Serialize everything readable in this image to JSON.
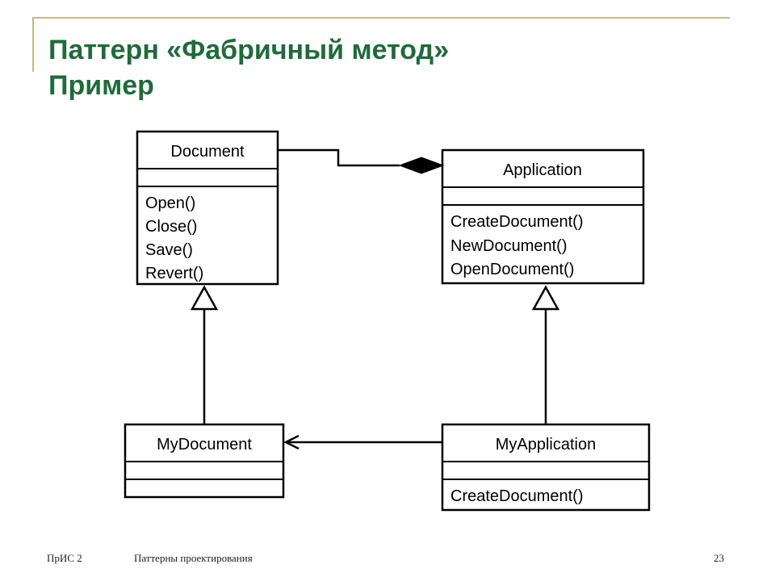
{
  "title": {
    "line1": "Паттерн «Фабричный метод»",
    "line2": "Пример"
  },
  "classes": {
    "document": {
      "name": "Document",
      "methods": [
        "Open()",
        "Close()",
        "Save()",
        "Revert()"
      ]
    },
    "application": {
      "name": "Application",
      "methods": [
        "CreateDocument()",
        "NewDocument()",
        "OpenDocument()"
      ]
    },
    "mydocument": {
      "name": "MyDocument",
      "methods": []
    },
    "myapplication": {
      "name": "MyApplication",
      "methods": [
        "CreateDocument()"
      ]
    }
  },
  "footer": {
    "course": "ПрИС 2",
    "topic": "Паттерны проектирования",
    "page": "23"
  },
  "colors": {
    "title": "#1f6b3a",
    "rule": "#c8b97a"
  }
}
